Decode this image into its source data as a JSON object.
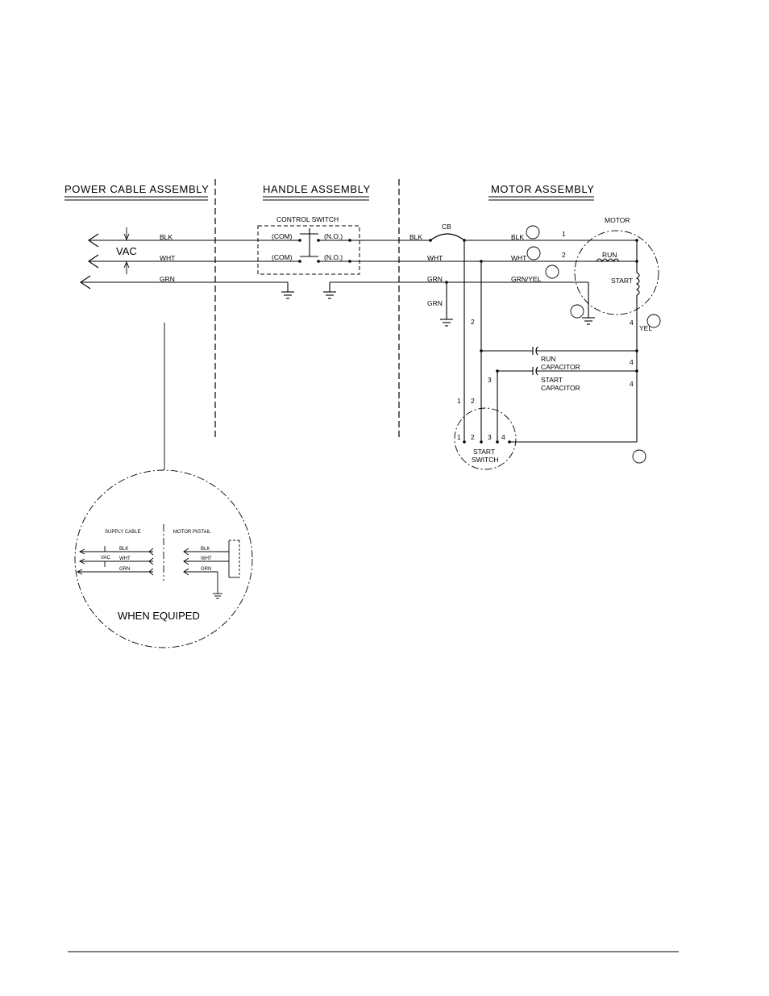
{
  "headers": {
    "power_cable": "POWER CABLE ASSEMBLY",
    "handle": "HANDLE ASSEMBLY",
    "motor": "MOTOR ASSEMBLY"
  },
  "power_cable": {
    "vac": "VAC",
    "blk": "BLK",
    "wht": "WHT",
    "grn": "GRN"
  },
  "control_switch": {
    "title": "CONTROL SWITCH",
    "com_top": "(COM)",
    "no_top": "(N.O.)",
    "com_bottom": "(COM)",
    "no_bottom": "(N.O.)"
  },
  "motor_section": {
    "cb": "CB",
    "blk_in": "BLK",
    "blk_out": "BLK",
    "wht_in": "WHT",
    "wht_out": "WHT",
    "grn_in": "GRN",
    "grn_drop": "GRN",
    "grn_yel": "GRN/YEL",
    "yel": "YEL",
    "motor_title": "MOTOR",
    "run_winding": "RUN",
    "start_winding": "START",
    "terminal_1": "1",
    "terminal_2": "2",
    "terminal_4": "4",
    "wire_2": "2",
    "wire_3": "3",
    "wire_4a": "4",
    "wire_4b": "4",
    "wire_1_low": "1",
    "wire_2_low": "2",
    "run_cap_1": "RUN",
    "run_cap_2": "CAPACITOR",
    "start_cap_1": "START",
    "start_cap_2": "CAPACITOR"
  },
  "start_switch": {
    "label_1": "START",
    "label_2": "SWITCH",
    "t1": "1",
    "t2": "2",
    "t3": "3",
    "t4": "4"
  },
  "detail": {
    "supply_cable": "SUPPLY CABLE",
    "motor_pigtail": "MOTOR PIGTAIL",
    "vac": "VAC",
    "blk_left": "BLK",
    "wht_left": "WHT",
    "grn_left": "GRN",
    "blk_right": "BLK",
    "wht_right": "WHT",
    "grn_right": "GRN",
    "caption": "WHEN EQUIPED"
  }
}
